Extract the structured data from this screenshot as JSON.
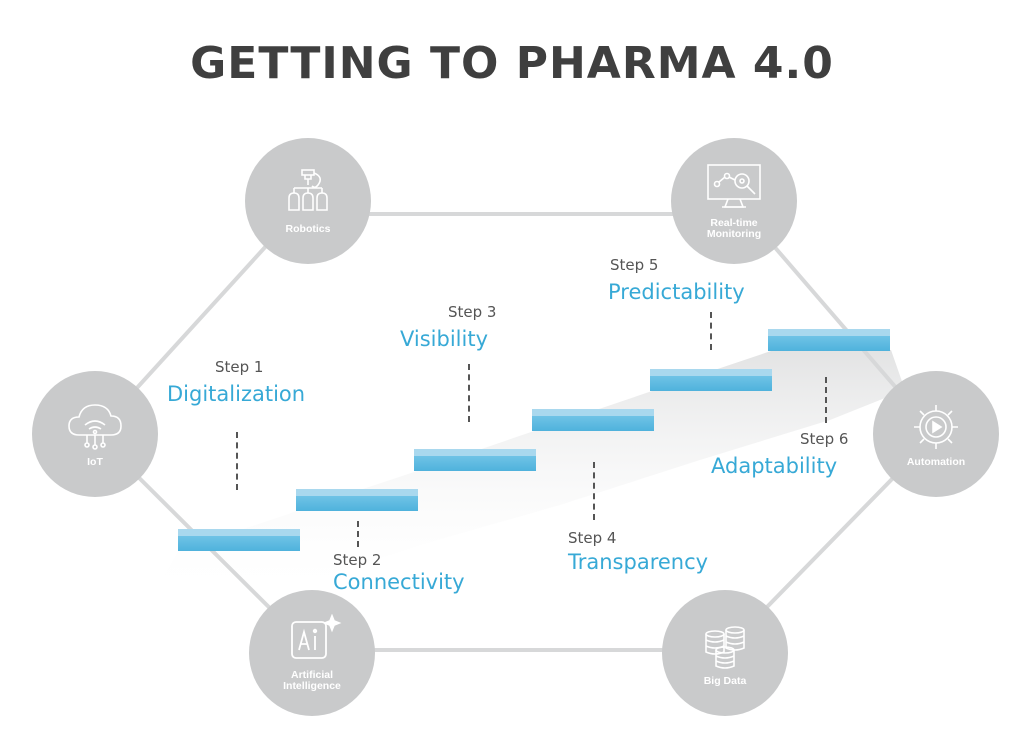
{
  "title": "GETTING TO PHARMA 4.0",
  "colors": {
    "node": "#c9cacb",
    "accent": "#37a9d6",
    "line": "#d7d8d9",
    "stair": "#5bb8e0"
  },
  "nodes": [
    {
      "label": "Robotics",
      "icon": "robot-arm-icon"
    },
    {
      "label": "Real-time Monitoring",
      "icon": "monitor-magnifier-icon"
    },
    {
      "label": "IoT",
      "icon": "cloud-wifi-icon"
    },
    {
      "label": "Automation",
      "icon": "gear-play-icon"
    },
    {
      "label": "Artificial Intelligence",
      "icon": "ai-chip-icon"
    },
    {
      "label": "Big Data",
      "icon": "database-stack-icon"
    }
  ],
  "steps": [
    {
      "num": "Step 1",
      "name": "Digitalization"
    },
    {
      "num": "Step 2",
      "name": "Connectivity"
    },
    {
      "num": "Step 3",
      "name": "Visibility"
    },
    {
      "num": "Step 4",
      "name": "Transparency"
    },
    {
      "num": "Step 5",
      "name": "Predictability"
    },
    {
      "num": "Step 6",
      "name": "Adaptability"
    }
  ]
}
